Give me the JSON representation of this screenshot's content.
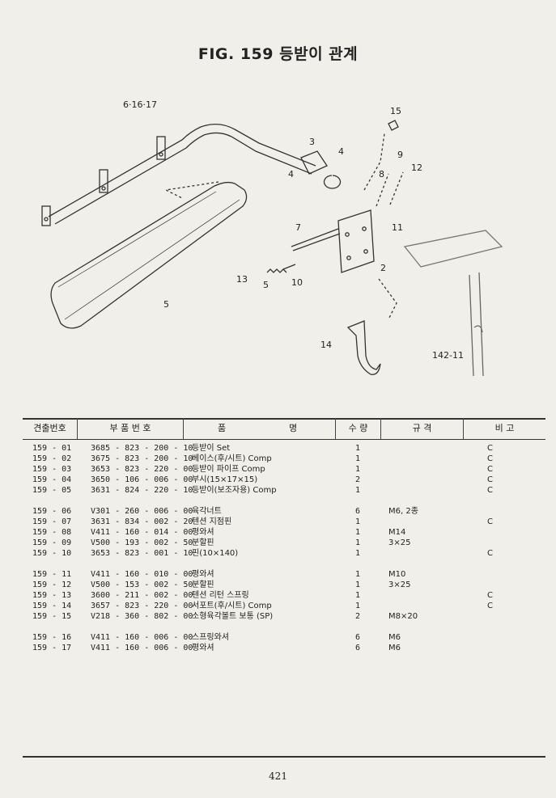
{
  "title": "FIG. 159 등받이 관계",
  "callouts": {
    "c_6_16_17": "6·16·17",
    "c15": "15",
    "c3": "3",
    "c4a": "4",
    "c4b": "4",
    "c9": "9",
    "c8": "8",
    "c12": "12",
    "c11": "11",
    "c7": "7",
    "c2": "2",
    "c13": "13",
    "c10": "10",
    "c5a": "5",
    "c5b": "5",
    "c14": "14",
    "c142_11": "142-11"
  },
  "table": {
    "headers": {
      "no": "견출번호",
      "part": "부 품 번 호",
      "name_a": "품",
      "name_b": "명",
      "qty": "수 량",
      "spec": "규 격",
      "note": "비 고"
    },
    "rows": [
      {
        "no": "159 - 01",
        "part": "3685 - 823 - 200 - 10",
        "name": "등받이 Set",
        "qty": "1",
        "spec": "",
        "note": "C"
      },
      {
        "no": "159 - 02",
        "part": "3675 - 823 - 200 - 10",
        "name": "베이스(후/시트) Comp",
        "qty": "1",
        "spec": "",
        "note": "C"
      },
      {
        "no": "159 - 03",
        "part": "3653 - 823 - 220 - 00",
        "name": "등받이 파이프 Comp",
        "qty": "1",
        "spec": "",
        "note": "C"
      },
      {
        "no": "159 - 04",
        "part": "3650 - 106 - 006 - 00",
        "name": "부시(15×17×15)",
        "qty": "2",
        "spec": "",
        "note": "C"
      },
      {
        "no": "159 - 05",
        "part": "3631 - 824 - 220 - 10",
        "name": "등받이(보조자용) Comp",
        "qty": "1",
        "spec": "",
        "note": "C"
      },
      {
        "no": "159 - 06",
        "part": "V301 - 260 - 006 - 00",
        "name": "육각너트",
        "qty": "6",
        "spec": "M6, 2종",
        "note": ""
      },
      {
        "no": "159 - 07",
        "part": "3631 - 834 - 002 - 20",
        "name": "텐션 지점핀",
        "qty": "1",
        "spec": "",
        "note": "C"
      },
      {
        "no": "159 - 08",
        "part": "V411 - 160 - 014 - 00",
        "name": "평와셔",
        "qty": "1",
        "spec": "M14",
        "note": ""
      },
      {
        "no": "159 - 09",
        "part": "V500 - 193 - 002 - 50",
        "name": "분할핀",
        "qty": "1",
        "spec": "3×25",
        "note": ""
      },
      {
        "no": "159 - 10",
        "part": "3653 - 823 - 001 - 10",
        "name": "핀(10×140)",
        "qty": "1",
        "spec": "",
        "note": "C"
      },
      {
        "no": "159 - 11",
        "part": "V411 - 160 - 010 - 00",
        "name": "평와셔",
        "qty": "1",
        "spec": "M10",
        "note": ""
      },
      {
        "no": "159 - 12",
        "part": "V500 - 153 - 002 - 50",
        "name": "분할핀",
        "qty": "1",
        "spec": "3×25",
        "note": ""
      },
      {
        "no": "159 - 13",
        "part": "3600 - 211 - 002 - 00",
        "name": "텐션 리턴 스프링",
        "qty": "1",
        "spec": "",
        "note": "C"
      },
      {
        "no": "159 - 14",
        "part": "3657 - 823 - 220 - 00",
        "name": "서포트(후/시트) Comp",
        "qty": "1",
        "spec": "",
        "note": "C"
      },
      {
        "no": "159 - 15",
        "part": "V218 - 360 - 802 - 00",
        "name": "소형육각볼트 보통 (SP)",
        "qty": "2",
        "spec": "M8×20",
        "note": ""
      },
      {
        "no": "159 - 16",
        "part": "V411 - 160 - 006 - 00",
        "name": "스프링와셔",
        "qty": "6",
        "spec": "M6",
        "note": ""
      },
      {
        "no": "159 - 17",
        "part": "V411 - 160 - 006 - 00",
        "name": "평와셔",
        "qty": "6",
        "spec": "M6",
        "note": ""
      }
    ]
  },
  "page_number": "421"
}
